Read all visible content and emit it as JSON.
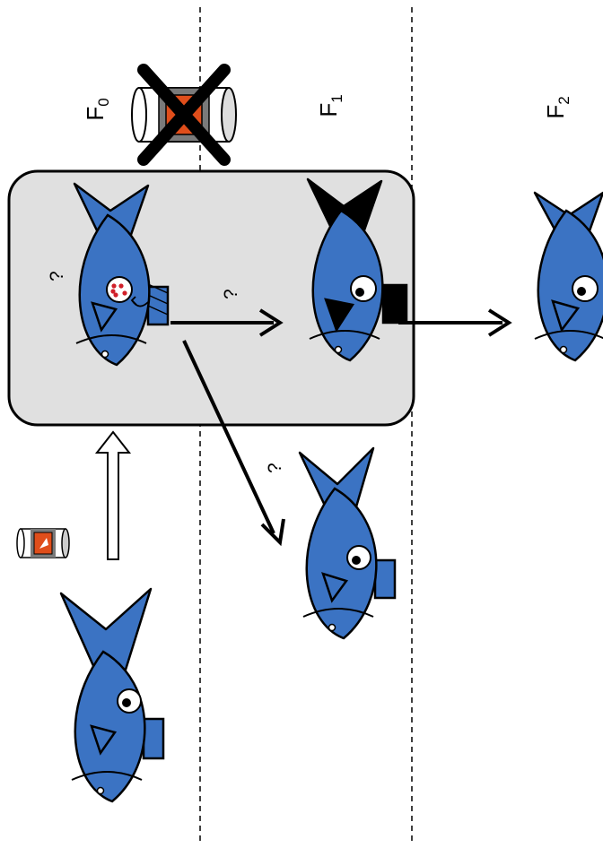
{
  "generations": [
    {
      "base": "F",
      "sub": "0"
    },
    {
      "base": "F",
      "sub": "1"
    },
    {
      "base": "F",
      "sub": "2"
    }
  ],
  "question_mark": "?",
  "colors": {
    "fish_body": "#3B73C3",
    "fish_altered": "#000000",
    "box_fill": "#E0E0E0",
    "can_label": "#E04E1B",
    "eye_dots": "#D0202A",
    "outline": "#000000"
  },
  "icons": {
    "exposure_can": "tin-can-icon",
    "removed_exposure": "crossed-out-can-icon",
    "exposure_arrow": "hollow-arrow-icon",
    "generation_arrow": "arrow-icon"
  }
}
